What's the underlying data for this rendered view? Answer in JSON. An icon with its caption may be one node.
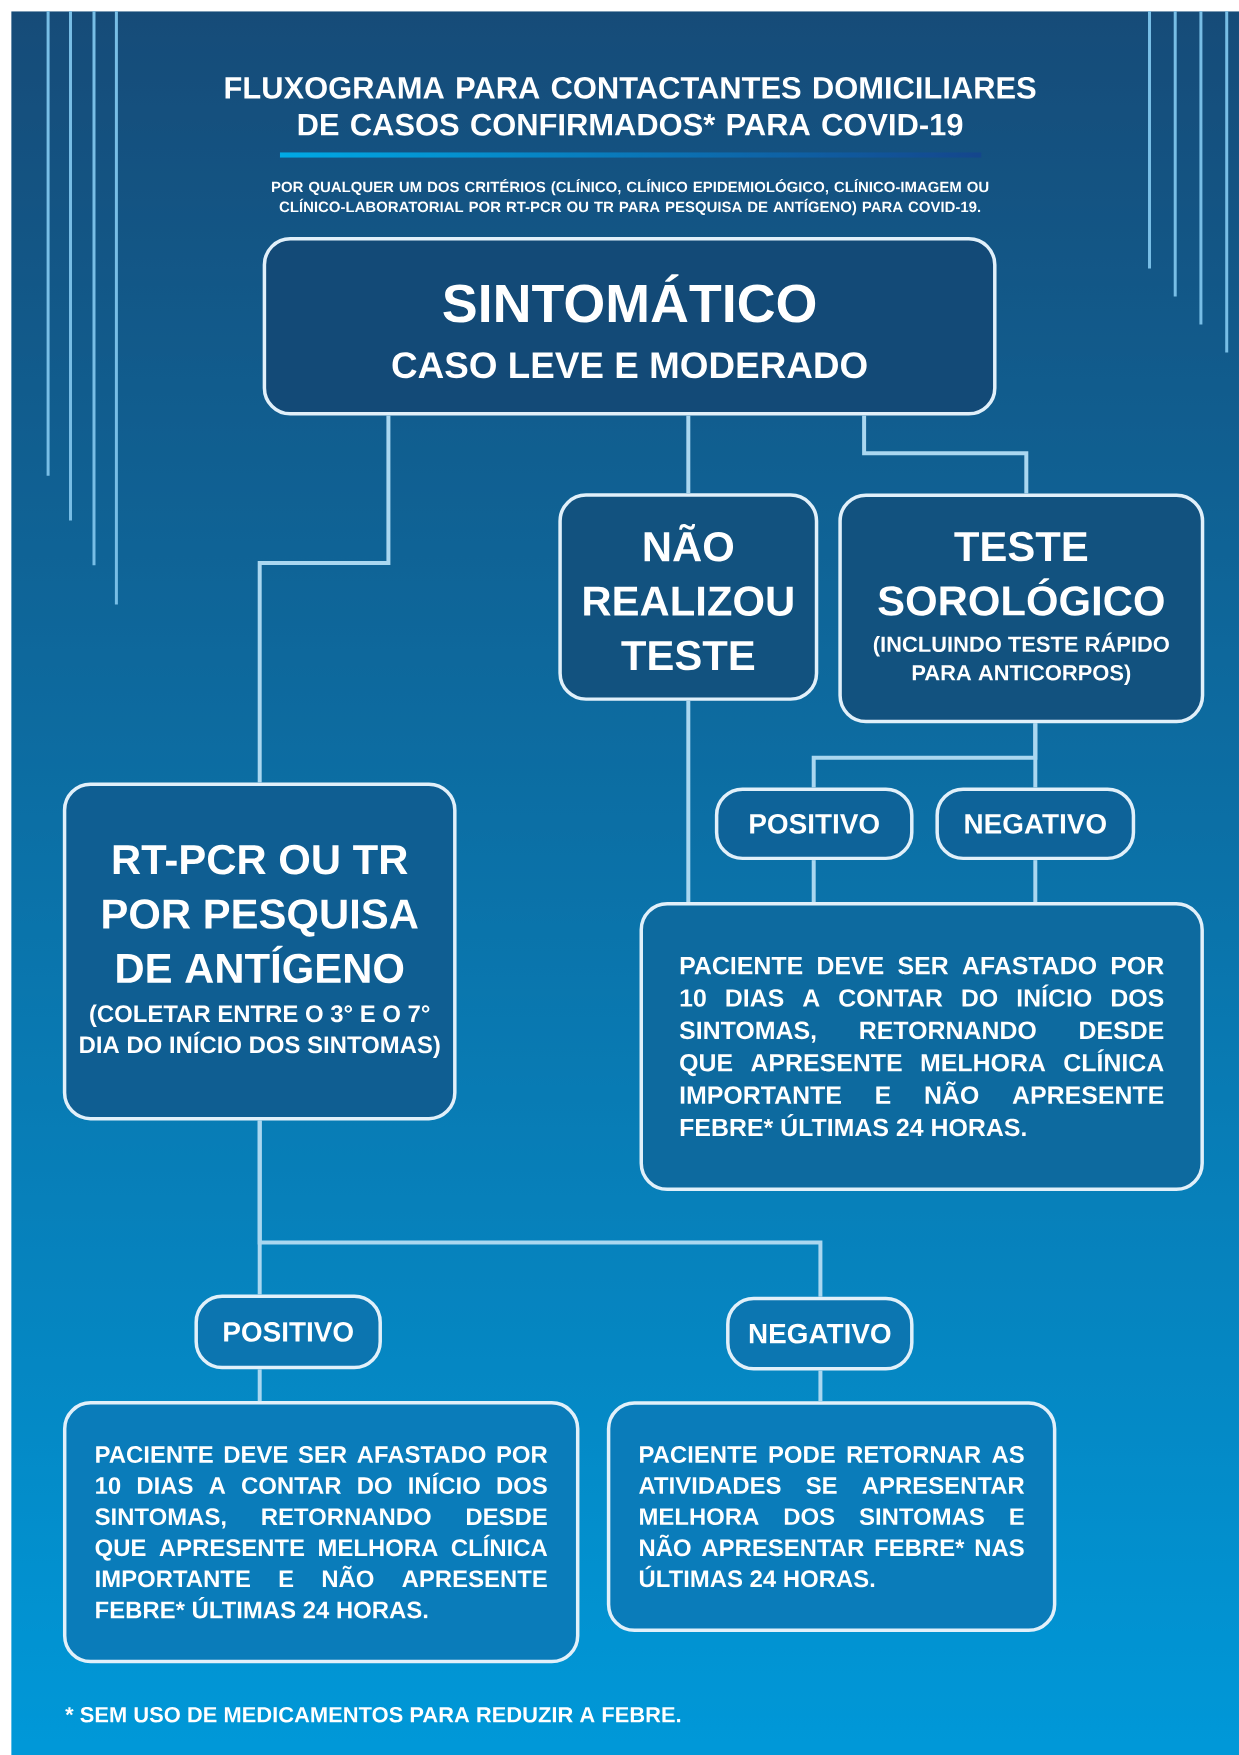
{
  "diagram": {
    "title": "FLUXOGRAMA PARA CONTACTANTES DOMICILIARES DE CASOS CONFIRMADOS* PARA COVID-19",
    "nodes": [
      {
        "text": [
          "SINTOMÁTICO",
          "CASO LEVE E MODERADO"
        ]
      },
      {
        "text": [
          "NÃO REALIZOU TESTE"
        ]
      },
      {
        "text": [
          "TESTE SOROLÓGICO",
          "(INCLUINDO TESTE RÁPIDO PARA ANTICORPOS)"
        ]
      },
      {
        "text": [
          "RT-PCR OU TR POR PESQUISA DE ANTÍGENO",
          "(COLETAR ENTRE O 3° E O 7° DIA DO INÍCIO DOS SINTOMAS)"
        ]
      },
      {
        "text": [
          "POSITIVO"
        ]
      },
      {
        "text": [
          "NEGATIVO"
        ]
      },
      {
        "text": [
          "PACIENTE DEVE SER AFASTADO POR 10 DIAS A CONTAR DO INÍCIO DOS SINTOMAS, RETORNANDO DESDE QUE APRESENTE MELHORA CLÍNICA IMPORTANTE E NÃO APRESENTE FEBRE* ÚLTIMAS 24 HORAS."
        ]
      },
      {
        "text": [
          "POSITIVO"
        ]
      },
      {
        "text": [
          "NEGATIVO"
        ]
      },
      {
        "text": [
          "PACIENTE DEVE SER AFASTADO POR 10 DIAS A CONTAR DO INÍCIO DOS SINTOMAS, RETORNANDO DESDE QUE APRESENTE MELHORA CLÍNICA IMPORTANTE E NÃO APRESENTE FEBRE* ÚLTIMAS 24 HORAS."
        ]
      },
      {
        "text": [
          "PACIENTE PODE RETORNAR AS ATIVIDADES SE APRESENTAR MELHORA DOS SINTOMAS E NÃO APRESENTAR FEBRE* NAS ÚLTIMAS 24 HORAS."
        ]
      }
    ],
    "edges": [
      {
        "from": 0,
        "to": 3,
        "arrow": "none"
      },
      {
        "from": 0,
        "to": 1,
        "arrow": "none"
      },
      {
        "from": 0,
        "to": 2,
        "arrow": "none"
      },
      {
        "from": 1,
        "to": 6,
        "arrow": "none"
      },
      {
        "from": 2,
        "to": 4,
        "arrow": "none"
      },
      {
        "from": 2,
        "to": 5,
        "arrow": "none"
      },
      {
        "from": 4,
        "to": 6,
        "arrow": "none"
      },
      {
        "from": 5,
        "to": 6,
        "arrow": "none"
      },
      {
        "from": 3,
        "to": 7,
        "arrow": "none"
      },
      {
        "from": 3,
        "to": 8,
        "arrow": "none"
      },
      {
        "from": 7,
        "to": 9,
        "arrow": "none"
      },
      {
        "from": 8,
        "to": 10,
        "arrow": "none"
      }
    ],
    "labels": [
      "POR QUALQUER UM DOS CRITÉRIOS (CLÍNICO, CLÍNICO EPIDEMIOLÓGICO, CLÍNICO-IMAGEM OU CLÍNICO-LABORATORIAL POR RT-PCR OU TR PARA PESQUISA DE ANTÍGENO) PARA COVID-19.",
      "* SEM USO DE MEDICAMENTOS PARA REDUZIR A FEBRE."
    ]
  }
}
